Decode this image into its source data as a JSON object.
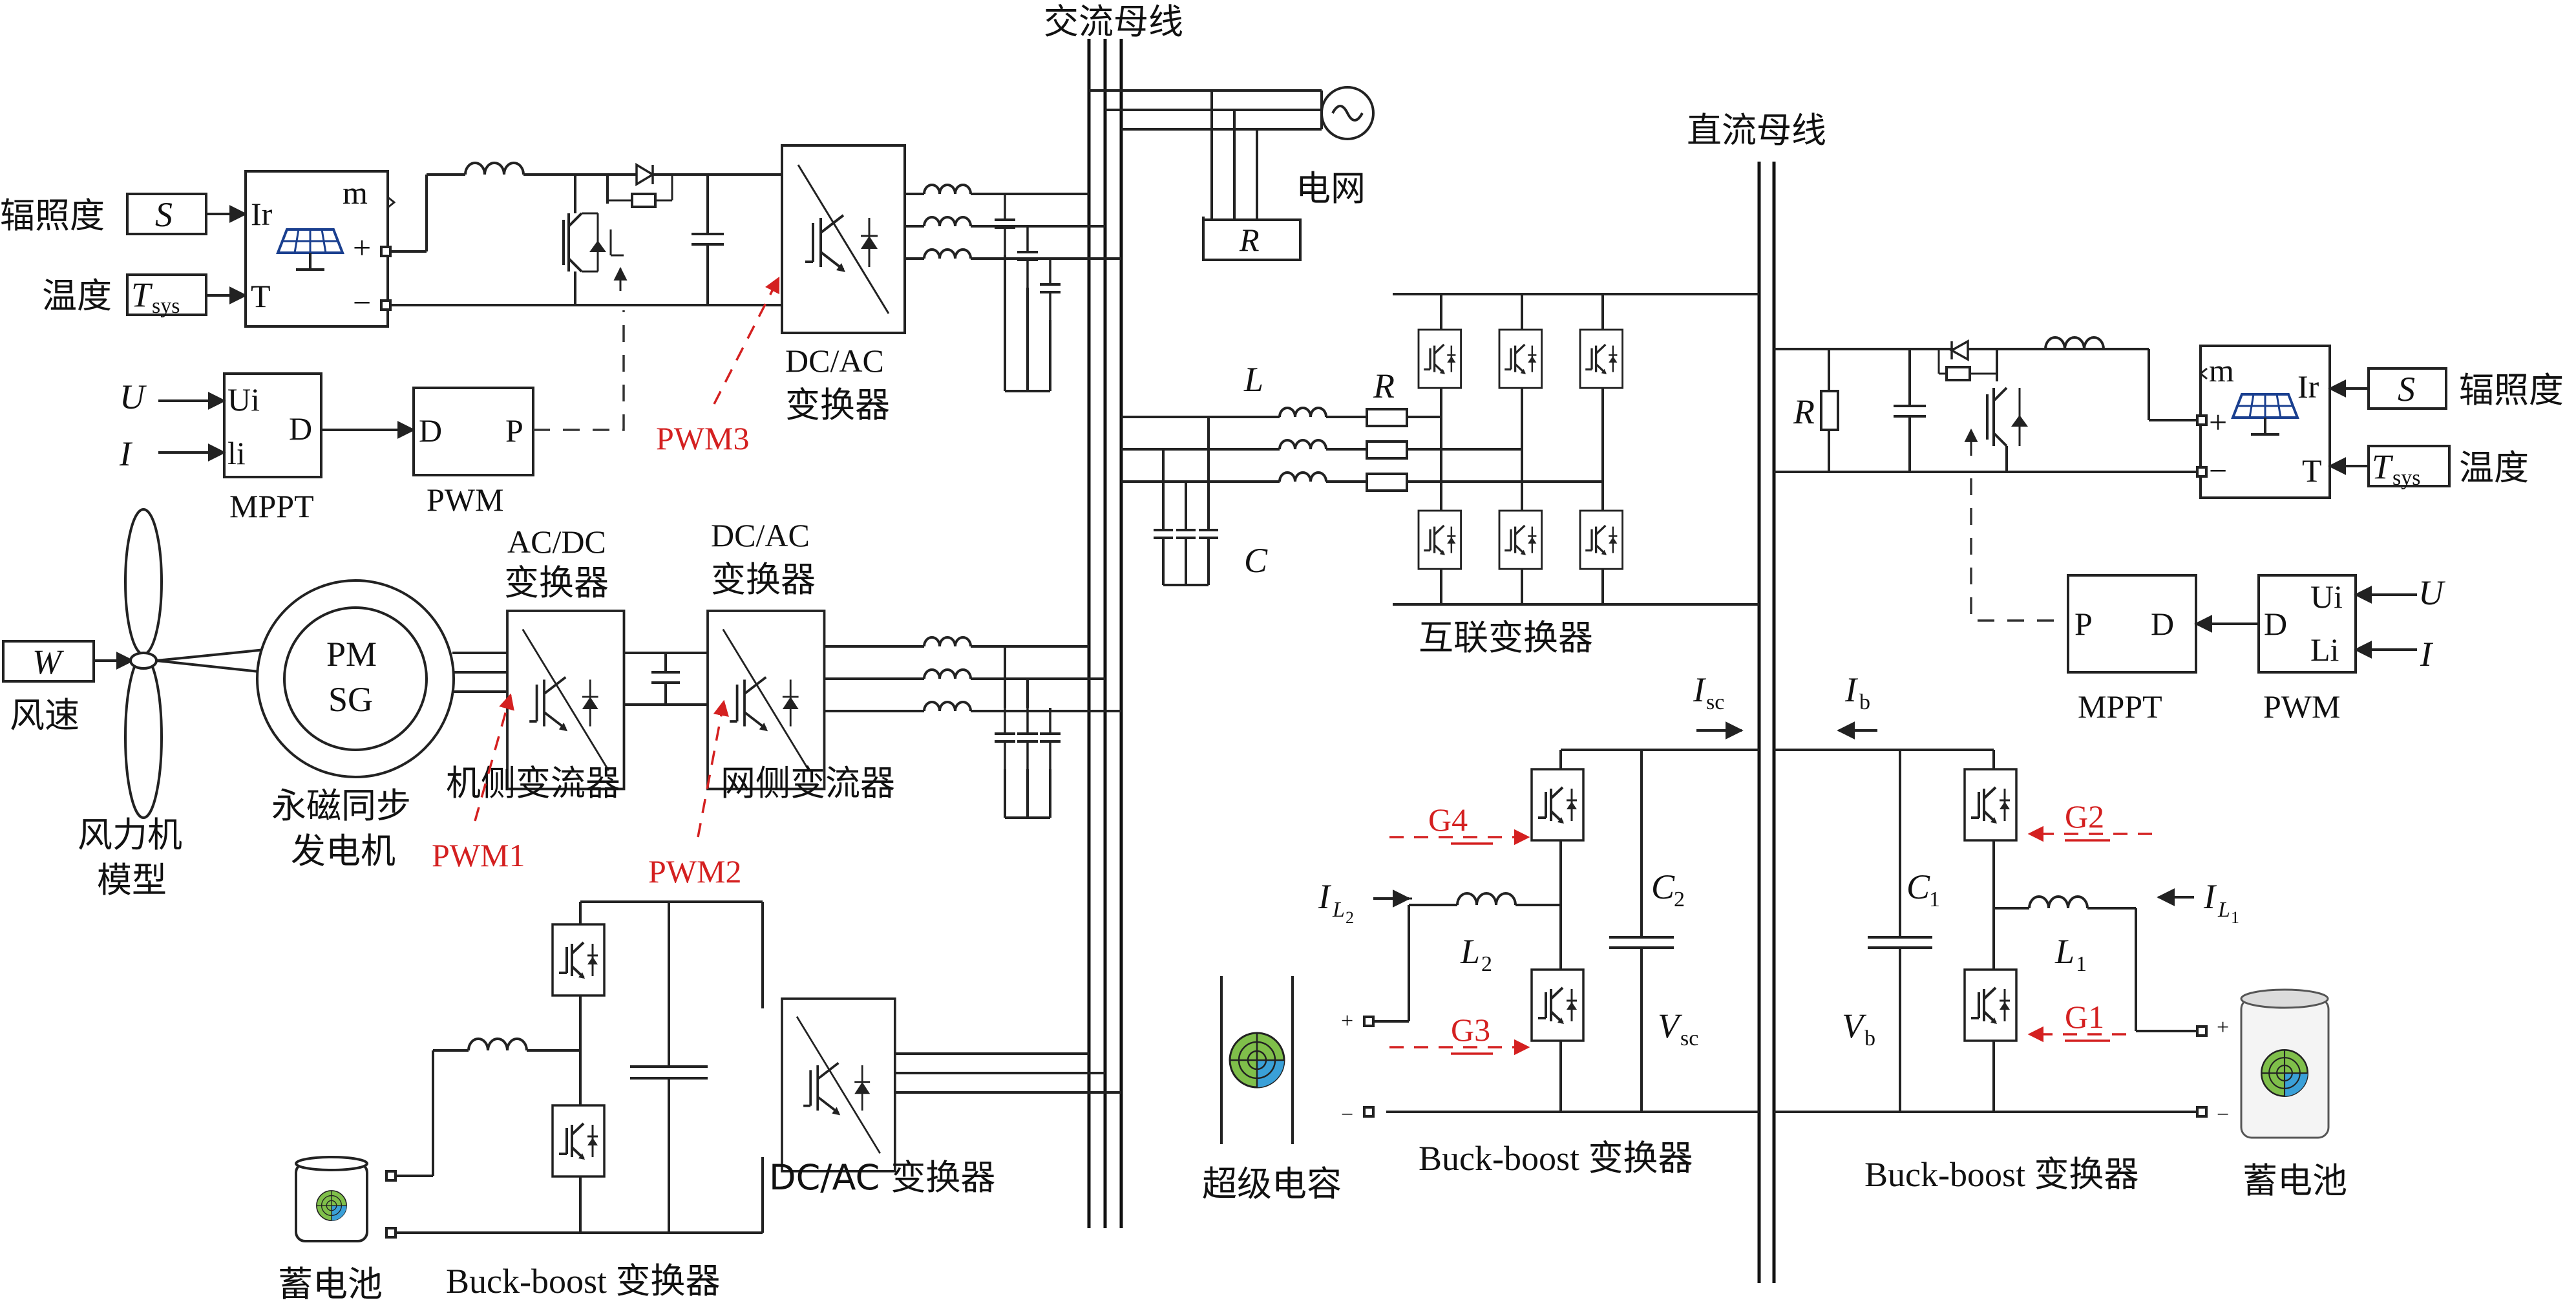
{
  "labels": {
    "ac_bus": "交流母线",
    "dc_bus": "直流母线",
    "grid": "电网",
    "grid_R": "R",
    "pv_left": {
      "irradiance": "辐照度",
      "irr_sym": "S",
      "temperature": "温度",
      "temp_sym": "T",
      "temp_sub": "sys",
      "port_ir": "Ir",
      "port_t": "T",
      "port_m": "m",
      "port_plus": "+",
      "port_minus": "−"
    },
    "mppt_left": {
      "u": "U",
      "i": "I",
      "port_ui": "Ui",
      "port_li": "li",
      "port_d": "D",
      "name": "MPPT"
    },
    "pwm_left": {
      "port_d": "D",
      "port_p": "P",
      "name": "PWM"
    },
    "pwm3": "PWM3",
    "dcac_top": {
      "line1": "DC/AC",
      "line2": "变换器"
    },
    "wind": {
      "w": "W",
      "speed": "风速",
      "turbine1": "风力机",
      "turbine2": "模型",
      "pm": "PM",
      "sg": "SG",
      "gen1": "永磁同步",
      "gen2": "发电机"
    },
    "acdc": {
      "line1": "AC/DC",
      "line2": "变换器"
    },
    "dcac_mid": {
      "line1": "DC/AC",
      "line2": "变换器"
    },
    "machine_side": "机侧变流器",
    "grid_side": "网侧变流器",
    "pwm1": "PWM1",
    "pwm2": "PWM2",
    "dcac_bottom": "DC/AC 变换器",
    "battery_left": "蓄电池",
    "bb_left": "Buck-boost 变换器",
    "interlink": {
      "L": "L",
      "R": "R",
      "C": "C",
      "name": "互联变换器"
    },
    "pv_right": {
      "R": "R",
      "irradiance": "辐照度",
      "irr_sym": "S",
      "temperature": "温度",
      "temp_sym": "T",
      "temp_sub": "sys",
      "port_m": "m",
      "port_ir": "Ir",
      "port_plus": "+",
      "port_minus": "−",
      "port_t": "T"
    },
    "mppt_right": {
      "port_p": "P",
      "port_d": "D",
      "name": "MPPT"
    },
    "pwm_right": {
      "port_d": "D",
      "port_ui": "Ui",
      "port_li": "Li",
      "u": "U",
      "i": "I",
      "name": "PWM"
    },
    "sc": {
      "isc": "I",
      "isc_sub": "sc",
      "g4": "G4",
      "g3": "G3",
      "il2": "I",
      "il2_sub": "L",
      "il2_subsub": "2",
      "l2": "L",
      "l2_sub": "2",
      "c2": "C",
      "c2_sub": "2",
      "vsc": "V",
      "vsc_sub": "sc",
      "plus": "+",
      "minus": "−",
      "name": "超级电容",
      "bb": "Buck-boost 变换器"
    },
    "bat": {
      "ib": "I",
      "ib_sub": "b",
      "g2": "G2",
      "g1": "G1",
      "il1": "I",
      "il1_sub": "L",
      "il1_subsub": "1",
      "l1": "L",
      "l1_sub": "1",
      "c1": "C",
      "c1_sub": "1",
      "vb": "V",
      "vb_sub": "b",
      "plus": "+",
      "minus": "−",
      "name": "蓄电池",
      "bb": "Buck-boost 变换器"
    }
  },
  "colors": {
    "line": "#222222",
    "control_signal": "#d42020",
    "solar_panel": "#1a3f8f",
    "capacitor_green": "#7fbf4a",
    "capacitor_blue": "#3aa0d8"
  }
}
